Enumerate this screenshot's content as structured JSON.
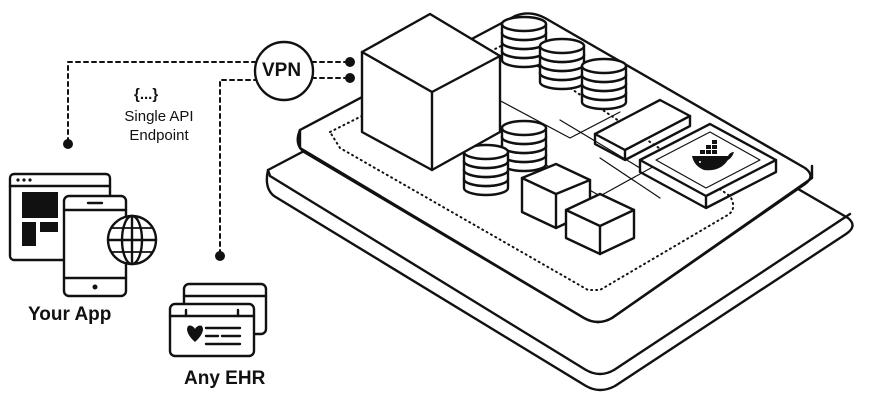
{
  "labels": {
    "vpn": "VPN",
    "api_braces": "{...}",
    "api_line1": "Single API",
    "api_line2": "Endpoint",
    "your_app": "Your App",
    "any_ehr": "Any EHR"
  },
  "colors": {
    "stroke": "#111111",
    "fill": "#ffffff",
    "dark": "#1a1a1a"
  },
  "icons": [
    "browser-window-icon",
    "tablet-icon",
    "globe-icon",
    "ehr-card-icon",
    "heart-icon",
    "docker-whale-icon",
    "database-stack-icon",
    "server-cube-icon"
  ]
}
